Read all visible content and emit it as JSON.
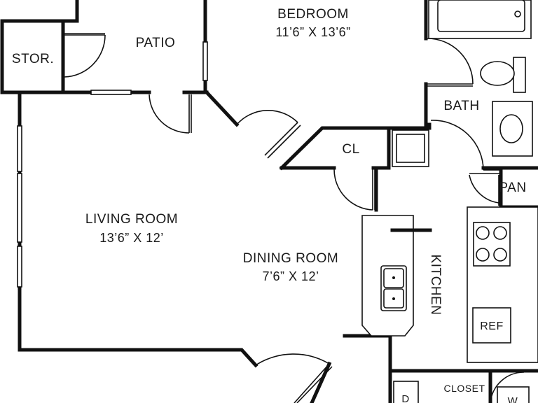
{
  "rooms": {
    "storage": "STOR.",
    "patio": "PATIO",
    "bedroom": {
      "name": "BEDROOM",
      "size": "11’6” X 13’6”"
    },
    "bath": "BATH",
    "closet_cl": "CL",
    "pantry": "PAN",
    "living": {
      "name": "LIVING ROOM",
      "size": "13’6” X 12’"
    },
    "dining": {
      "name": "DINING ROOM",
      "size": "7’6” X 12’"
    },
    "kitchen": "KITCHEN",
    "refrigerator": "REF",
    "closet": "CLOSET",
    "dryer": "D",
    "washer": "W"
  }
}
